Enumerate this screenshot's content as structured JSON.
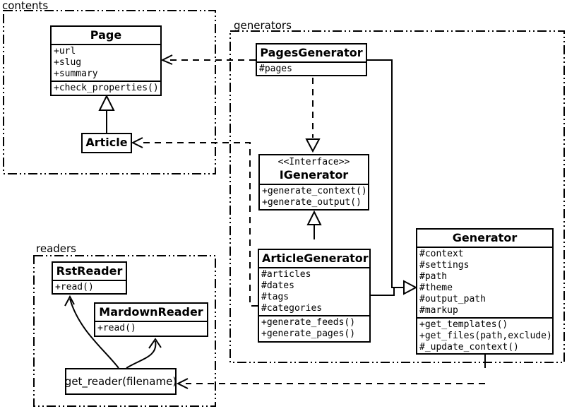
{
  "packages": {
    "contents": {
      "label": "contents"
    },
    "generators": {
      "label": "generators"
    },
    "readers": {
      "label": "readers"
    }
  },
  "classes": {
    "page": {
      "title": "Page",
      "attributes": [
        "+url",
        "+slug",
        "+summary"
      ],
      "methods": [
        "+check_properties()"
      ]
    },
    "article": {
      "title": "Article"
    },
    "pages_generator": {
      "title": "PagesGenerator",
      "attributes": [
        "#pages"
      ]
    },
    "igenerator": {
      "stereotype": "<<Interface>>",
      "title": "IGenerator",
      "methods": [
        "+generate_context()",
        "+generate_output()"
      ]
    },
    "article_generator": {
      "title": "ArticleGenerator",
      "attributes": [
        "#articles",
        "#dates",
        "#tags",
        "#categories"
      ],
      "methods": [
        "+generate_feeds()",
        "+generate_pages()"
      ]
    },
    "generator": {
      "title": "Generator",
      "attributes": [
        "#context",
        "#settings",
        "#path",
        "#theme",
        "#output_path",
        "#markup"
      ],
      "methods": [
        "+get_templates()",
        "+get_files(path,exclude)",
        "#_update_context()"
      ]
    },
    "rst_reader": {
      "title": "RstReader",
      "methods": [
        "+read()"
      ]
    },
    "mardown_reader": {
      "title": "MardownReader",
      "methods": [
        "+read()"
      ]
    },
    "get_reader": {
      "title": "get_reader(filename)"
    }
  },
  "relations": [
    {
      "type": "inheritance",
      "from": "Article",
      "to": "Page"
    },
    {
      "type": "realization",
      "from": "PagesGenerator",
      "to": "IGenerator"
    },
    {
      "type": "realization",
      "from": "ArticleGenerator",
      "to": "IGenerator"
    },
    {
      "type": "inheritance",
      "from": "PagesGenerator",
      "to": "Generator"
    },
    {
      "type": "inheritance",
      "from": "ArticleGenerator",
      "to": "Generator"
    },
    {
      "type": "dependency",
      "from": "PagesGenerator",
      "to": "Page"
    },
    {
      "type": "dependency",
      "from": "ArticleGenerator",
      "to": "Article"
    },
    {
      "type": "dependency",
      "from": "Generator",
      "to": "get_reader(filename)"
    },
    {
      "type": "call",
      "from": "get_reader(filename)",
      "to": "RstReader"
    },
    {
      "type": "call",
      "from": "get_reader(filename)",
      "to": "MardownReader"
    }
  ],
  "colors": {
    "line": "#000000",
    "background": "#ffffff"
  }
}
